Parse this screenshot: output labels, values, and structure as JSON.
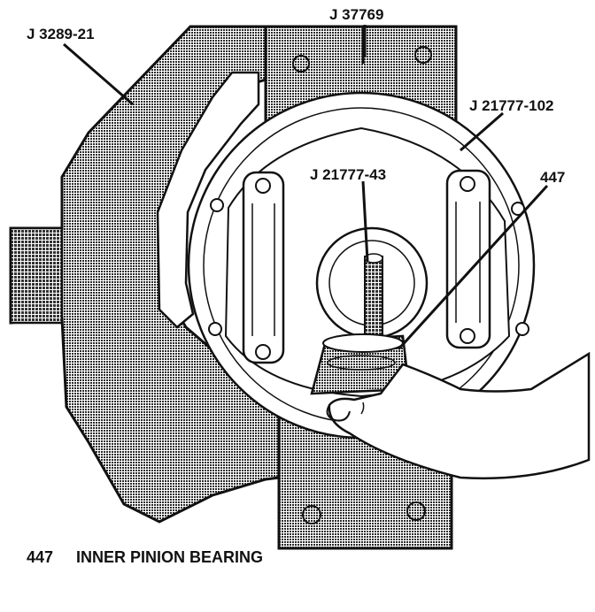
{
  "callouts": {
    "fixture": "J 3289-21",
    "installer": "J 37769",
    "holder": "J 21777-102",
    "driver": "J 21777-43",
    "part": "447"
  },
  "caption": {
    "number": "447",
    "text": "INNER PINION BEARING"
  },
  "colors": {
    "ink": "#111111",
    "paper": "#ffffff",
    "halftone": "#3a3a3a"
  }
}
